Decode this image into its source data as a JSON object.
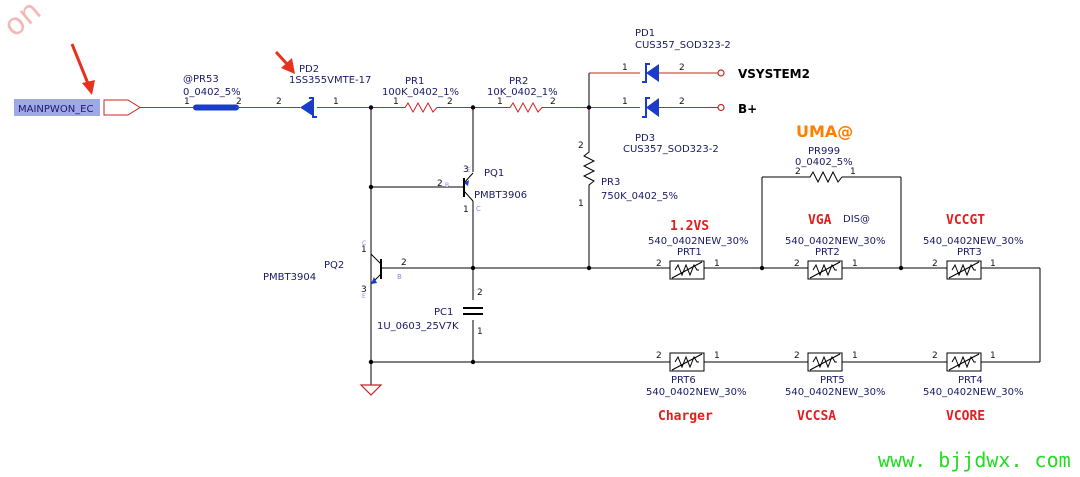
{
  "watermark": {
    "text": "www. bjjdwx. com",
    "corner_text": "on"
  },
  "nets": {
    "mainpwon": "MAINPWON_EC",
    "vsystem2": "VSYSTEM2",
    "bplus": "B+"
  },
  "parts": {
    "pr53": {
      "ref": "@PR53",
      "value": "0_0402_5%",
      "pin1": "1",
      "pin2": "2"
    },
    "pd2": {
      "ref": "PD2",
      "value": "1SS355VMTE-17",
      "pin1": "1",
      "pin2": "2"
    },
    "pr1": {
      "ref": "PR1",
      "value": "100K_0402_1%",
      "pin1": "1",
      "pin2": "2"
    },
    "pr2": {
      "ref": "PR2",
      "value": "10K_0402_1%",
      "pin1": "1",
      "pin2": "2"
    },
    "pd1": {
      "ref": "PD1",
      "value": "CUS357_SOD323-2",
      "pin1": "1",
      "pin2": "2"
    },
    "pd3": {
      "ref": "PD3",
      "value": "CUS357_SOD323-2",
      "pin1": "1",
      "pin2": "2"
    },
    "pr3": {
      "ref": "PR3",
      "value": "750K_0402_5%",
      "pin1": "1",
      "pin2": "2"
    },
    "pq1": {
      "ref": "PQ1",
      "value": "PMBT3906",
      "pin1": "1",
      "pin2": "2",
      "pin3": "3",
      "pin_b": "B",
      "pin_c": "C",
      "pin_e": "E"
    },
    "pq2": {
      "ref": "PQ2",
      "value": "PMBT3904",
      "pin1": "1",
      "pin2": "2",
      "pin3": "3",
      "pin_b": "B",
      "pin_c": "C",
      "pin_e": "E"
    },
    "pc1": {
      "ref": "PC1",
      "value": "1U_0603_25V7K",
      "pin1": "1",
      "pin2": "2"
    },
    "pr999": {
      "ref": "PR999",
      "value": "0_0402_5%",
      "pin1": "1",
      "pin2": "2",
      "option": "UMA@"
    },
    "prt1": {
      "ref": "PRT1",
      "value": "540_0402NEW_30%",
      "rail": "1.2VS",
      "pin1": "1",
      "pin2": "2"
    },
    "prt2": {
      "ref": "PRT2",
      "value": "540_0402NEW_30%",
      "rail": "VGA",
      "option": "DIS@",
      "pin1": "1",
      "pin2": "2"
    },
    "prt3": {
      "ref": "PRT3",
      "value": "540_0402NEW_30%",
      "rail": "VCCGT",
      "pin1": "1",
      "pin2": "2"
    },
    "prt4": {
      "ref": "PRT4",
      "value": "540_0402NEW_30%",
      "rail": "VCORE",
      "pin1": "1",
      "pin2": "2"
    },
    "prt5": {
      "ref": "PRT5",
      "value": "540_0402NEW_30%",
      "rail": "VCCSA",
      "pin1": "1",
      "pin2": "2"
    },
    "prt6": {
      "ref": "PRT6",
      "value": "540_0402NEW_30%",
      "rail": "Charger",
      "pin1": "1",
      "pin2": "2"
    }
  },
  "colors": {
    "wire": "#000000",
    "highlight": "#cc2222",
    "rail_label": "#e02020",
    "option_label": "#ff7f00",
    "net_box": "#9fa8e8",
    "arrow": "#e8321e",
    "diode": "#1a3cc8"
  }
}
